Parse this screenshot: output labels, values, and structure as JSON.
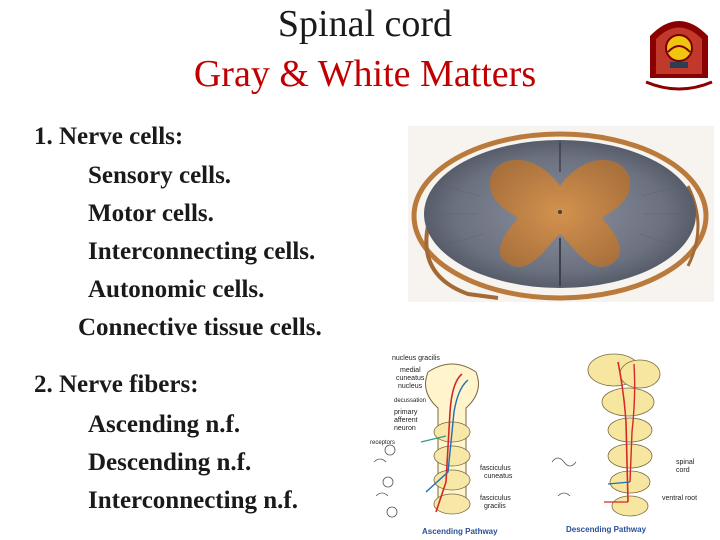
{
  "slide": {
    "title_line1": "Spinal cord",
    "title_line2": "Gray & White Matters",
    "section1": {
      "heading": "1. Nerve cells:",
      "items": [
        "Sensory cells.",
        "Motor cells.",
        "Interconnecting cells.",
        "Autonomic cells.",
        "Connective tissue cells."
      ]
    },
    "section2": {
      "heading": "2. Nerve fibers:",
      "items": [
        "Ascending n.f.",
        "Descending n.f.",
        "Interconnecting n.f."
      ]
    }
  },
  "figure_ascending": {
    "labels": {
      "nucleus_gracilis": "nucleus gracilis",
      "medial": "medial",
      "cuneatus": "cuneatus",
      "nucleus": "nucleus",
      "decussation": "decussation",
      "primary": "primary",
      "afferent": "afferent",
      "neuron": "neuron",
      "receptors": "receptors",
      "fasciculus1": "fasciculus",
      "cuneatus2": "cuneatus",
      "fasciculus2": "fasciculus",
      "gracilis": "gracilis",
      "caption": "Ascending Pathway"
    }
  },
  "figure_descending": {
    "labels": {
      "spinal": "spinal",
      "cord": "cord",
      "ventral_root": "ventral root",
      "caption": "Descending Pathway"
    }
  },
  "colors": {
    "title_red": "#c00000",
    "text": "#1a1a1a",
    "caption_blue": "#2a4f9a",
    "tissue_brown": "#b97a3c"
  }
}
